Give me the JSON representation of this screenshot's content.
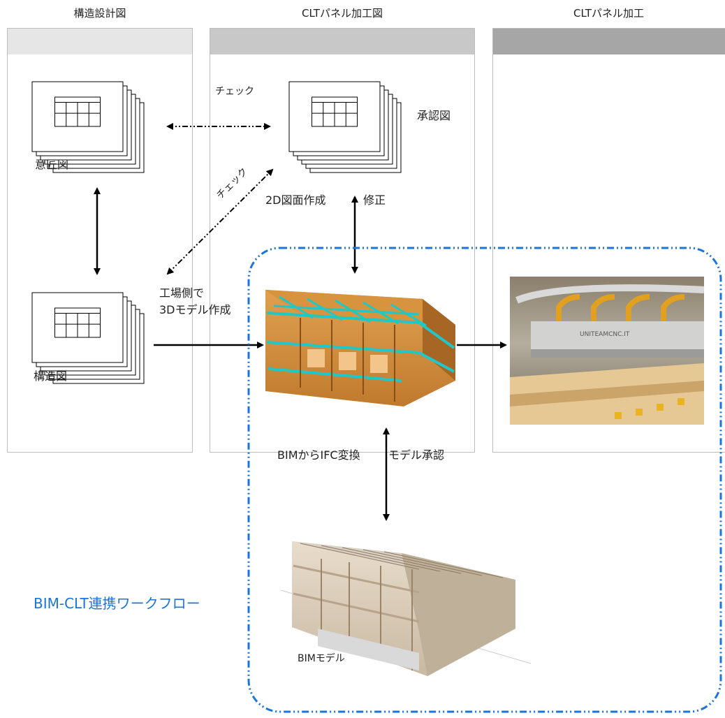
{
  "columns": [
    {
      "title": "構造設計図"
    },
    {
      "title": "CLTパネル加工図"
    },
    {
      "title": "CLTパネル加工"
    }
  ],
  "panel_colors": [
    "#e6e6e6",
    "#c8c8c8",
    "#a6a6a6"
  ],
  "accent_color": "#1a75d9",
  "labels": {
    "design_drawing": "意匠図",
    "structure_drawing": "構造図",
    "approval_drawing": "承認図",
    "check_top": "チェック",
    "check_diag": "チェック",
    "create_2d": "2D図面作成",
    "revise": "修正",
    "factory_line1": "工場側で",
    "factory_line2": "3Dモデル作成",
    "bim_ifc": "BIMからIFC変換",
    "model_approval": "モデル承認",
    "bim_model": "BIMモデル",
    "workflow": "BIM-CLT連携ワークフロー"
  },
  "machine_brand": "UNITEAMCNC.IT"
}
